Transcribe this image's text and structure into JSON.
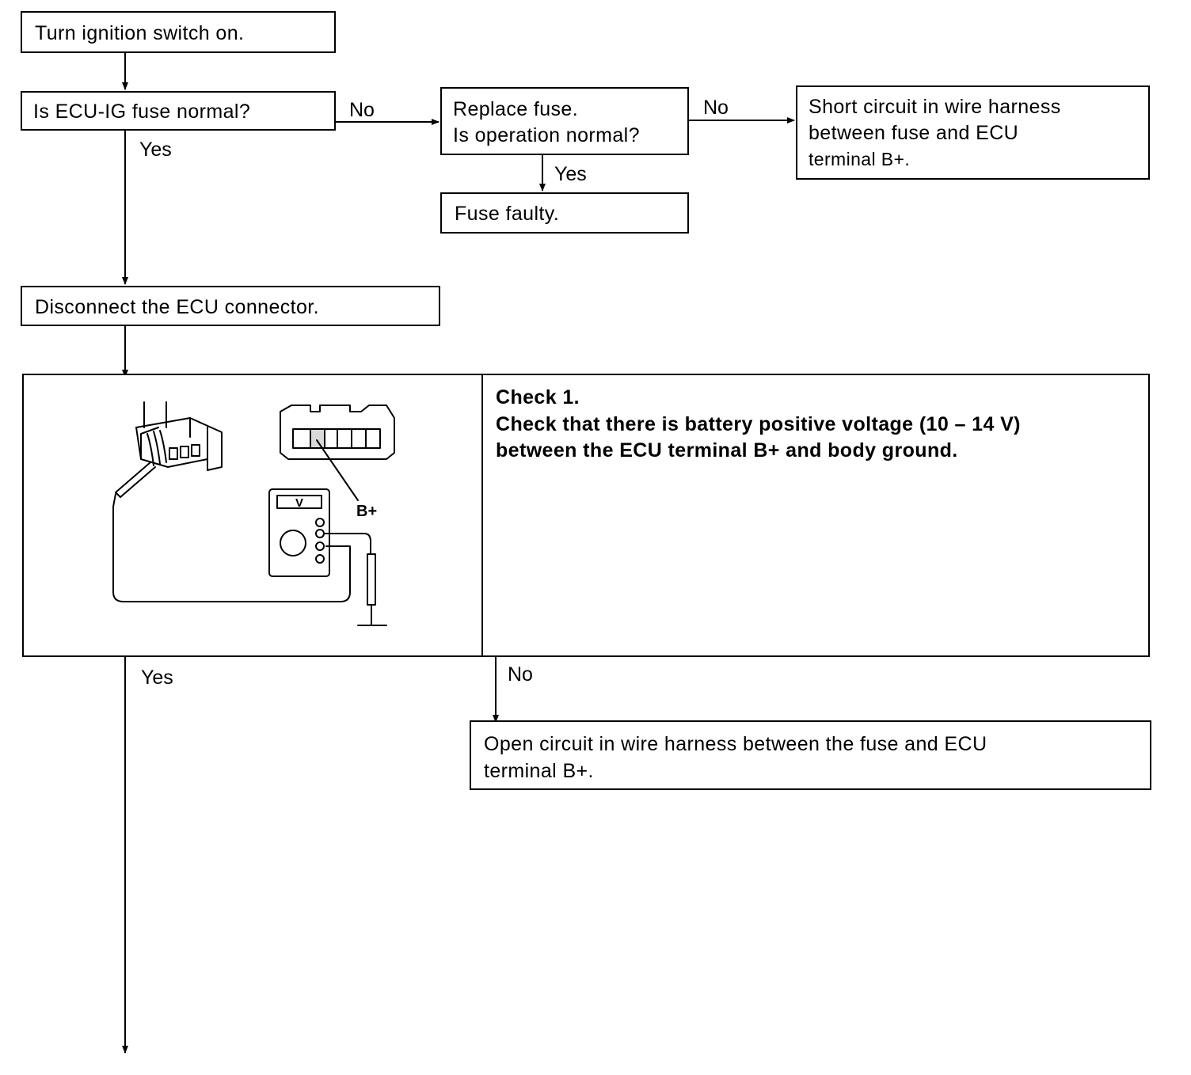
{
  "steps": {
    "ignition_on": "Turn ignition switch on.",
    "fuse_question": "Is ECU-IG fuse normal?",
    "replace_fuse_line1": "Replace fuse.",
    "replace_fuse_line2": "Is operation normal?",
    "short_circuit_line1": "Short circuit in wire harness",
    "short_circuit_line2": "between fuse and ECU",
    "short_circuit_line3": "terminal B+.",
    "fuse_faulty": "Fuse faulty.",
    "disconnect_ecu": "Disconnect the ECU connector.",
    "open_circuit_line1": "Open circuit in wire harness between the fuse and ECU",
    "open_circuit_line2": "terminal B+."
  },
  "check1": {
    "title": "Check 1.",
    "line1": "Check that there is battery positive voltage (10 – 14 V)",
    "line2": "between the ECU terminal B+ and body ground."
  },
  "labels": {
    "no": "No",
    "yes": "Yes"
  },
  "illustration": {
    "terminal_label": "B+",
    "meter_mode": "V"
  }
}
